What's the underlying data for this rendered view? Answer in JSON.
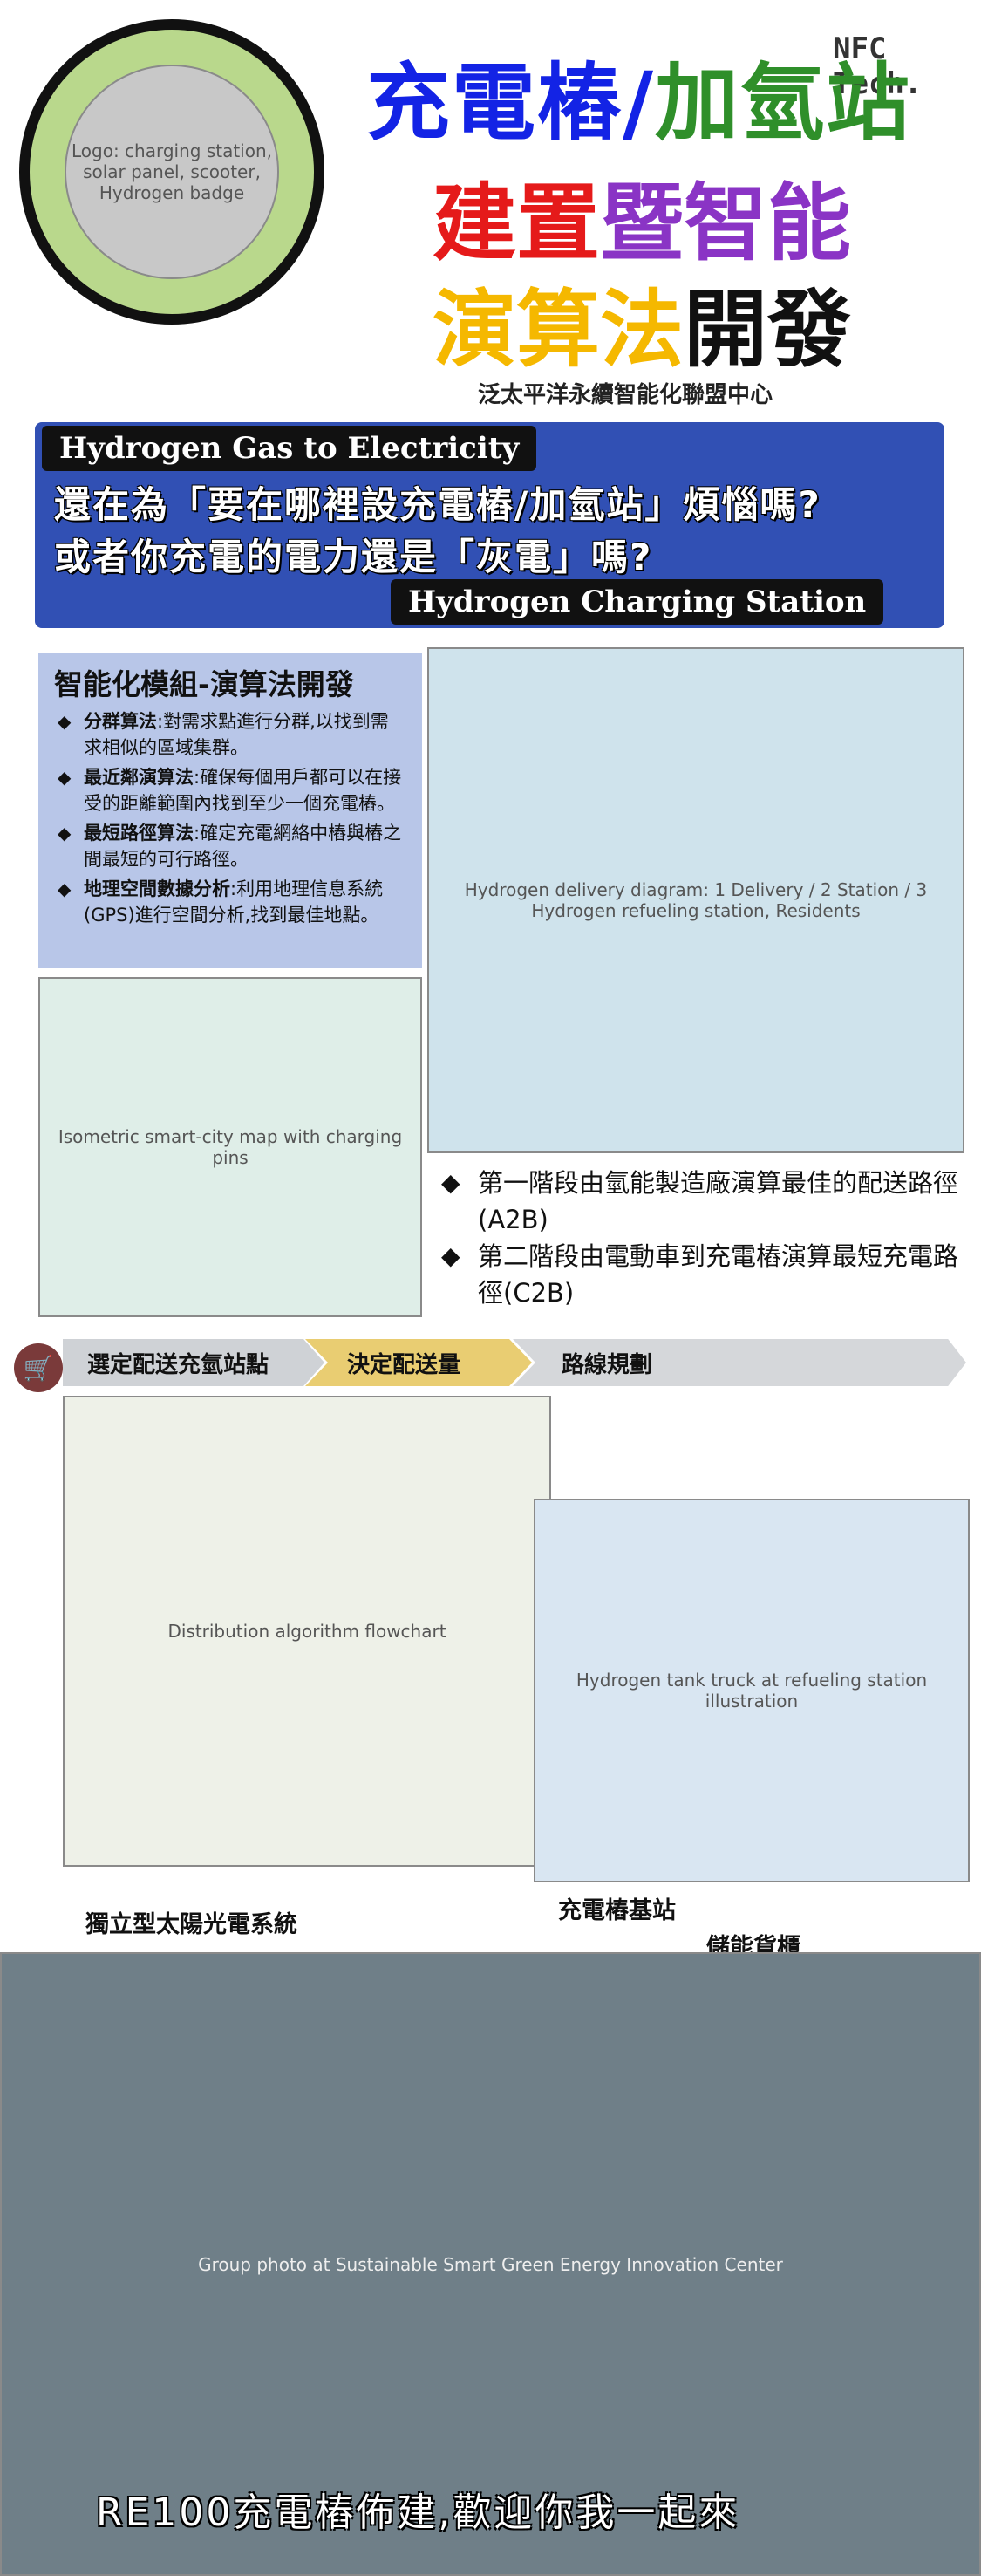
{
  "header": {
    "brand": "NFC Tech.",
    "title_line1_a": "充電樁/",
    "title_line1_b": "加氫站",
    "title_line2_a": "建置",
    "title_line2_b": "暨智能",
    "title_line3_a": "演算法",
    "title_line3_b": "開發",
    "org": "泛太平洋永續智能化聯盟中心"
  },
  "banner": {
    "pill_top": "Hydrogen Gas to Electricity",
    "line1": "還在為「要在哪裡設充電樁/加氫站」煩惱嗎?",
    "line2": "或者你充電的電力還是「灰電」嗎?",
    "pill_bottom": "Hydrogen Charging Station"
  },
  "algorithm": {
    "title": "智能化模組-演算法開發",
    "items": [
      {
        "term": "分群算法",
        "desc": ":對需求點進行分群,以找到需求相似的區域集群。"
      },
      {
        "term": "最近鄰演算法",
        "desc": ":確保每個用戶都可以在接受的距離範圍內找到至少一個充電樁。"
      },
      {
        "term": "最短路徑算法",
        "desc": ":確定充電網絡中樁與樁之間最短的可行路徑。"
      },
      {
        "term": "地理空間數據分析",
        "desc": ":利用地理信息系統(GPS)進行空間分析,找到最佳地點。"
      }
    ]
  },
  "stages": [
    "第一階段由氫能製造廠演算最佳的配送路徑(A2B)",
    "第二階段由電動車到充電樁演算最短充電路徑(C2B)"
  ],
  "process": {
    "step1": "選定配送充氫站點",
    "step2": "決定配送量",
    "step3": "路線規劃"
  },
  "site": {
    "label_solar": "獨立型太陽光電系統",
    "label_charger": "充電樁基站",
    "label_storage": "儲能貨櫃",
    "caption": "RE100充電樁佈建,歡迎你我一起來"
  },
  "images": {
    "logo": "Logo: charging station, solar panel, scooter, Hydrogen badge",
    "hydrogen_diagram": "Hydrogen delivery diagram: 1 Delivery / 2 Station / 3 Hydrogen refueling station, Residents",
    "city_map": "Isometric smart-city map with charging pins",
    "flowchart": "Distribution algorithm flowchart",
    "hydrogen_station": "Hydrogen tank truck at refueling station illustration",
    "group_photo": "Group photo at Sustainable Smart Green Energy Innovation Center"
  }
}
